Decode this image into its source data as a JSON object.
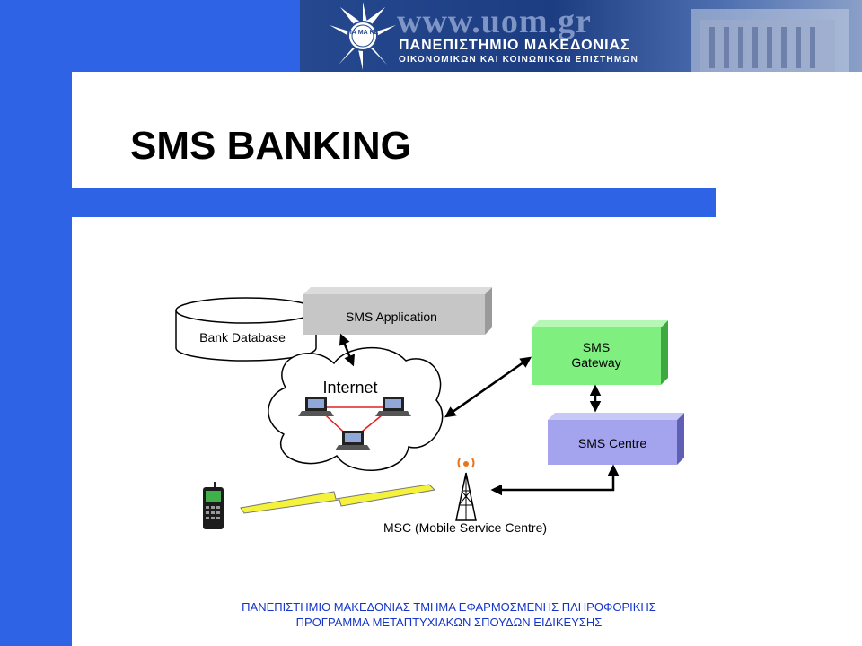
{
  "slide": {
    "title": "SMS BANKING"
  },
  "banner": {
    "url": "www.uom.gr",
    "university_name": "ΠΑΝΕΠΙΣΤΗΜΙΟ ΜΑΚΕΔΟΝΙΑΣ",
    "university_subtitle": "ΟΙΚΟΝΟΜΙΚΩΝ ΚΑΙ ΚΟΙΝΩΝΙΚΩΝ ΕΠΙΣΤΗΜΩΝ",
    "logo_text": "ΠΑ ΜΑ ΚΕ"
  },
  "diagram": {
    "bank_database": "Bank Database",
    "sms_application": "SMS Application",
    "internet": "Internet",
    "sms_gateway_line1": "SMS",
    "sms_gateway_line2": "Gateway",
    "sms_centre": "SMS Centre",
    "msc": "MSC (Mobile Service Centre)"
  },
  "colors": {
    "slide_blue": "#2f63e6",
    "gateway_green": "#7ff07f",
    "centre_purple": "#a3a3ee",
    "application_gray": "#c6c6c6",
    "lightning_yellow": "#f5f23c"
  },
  "footer": {
    "line1": "ΠΑΝΕΠΙΣΤΗΜΙΟ ΜΑΚΕΔΟΝΙΑΣ ΤΜΗΜΑ ΕΦΑΡΜΟΣΜΕΝΗΣ ΠΛΗΡΟΦΟΡΙΚΗΣ",
    "line2": "ΠΡΟΓΡΑΜΜΑ ΜΕΤΑΠΤΥΧΙΑΚΩΝ ΣΠΟΥΔΩΝ ΕΙΔΙΚΕΥΣΗΣ"
  }
}
